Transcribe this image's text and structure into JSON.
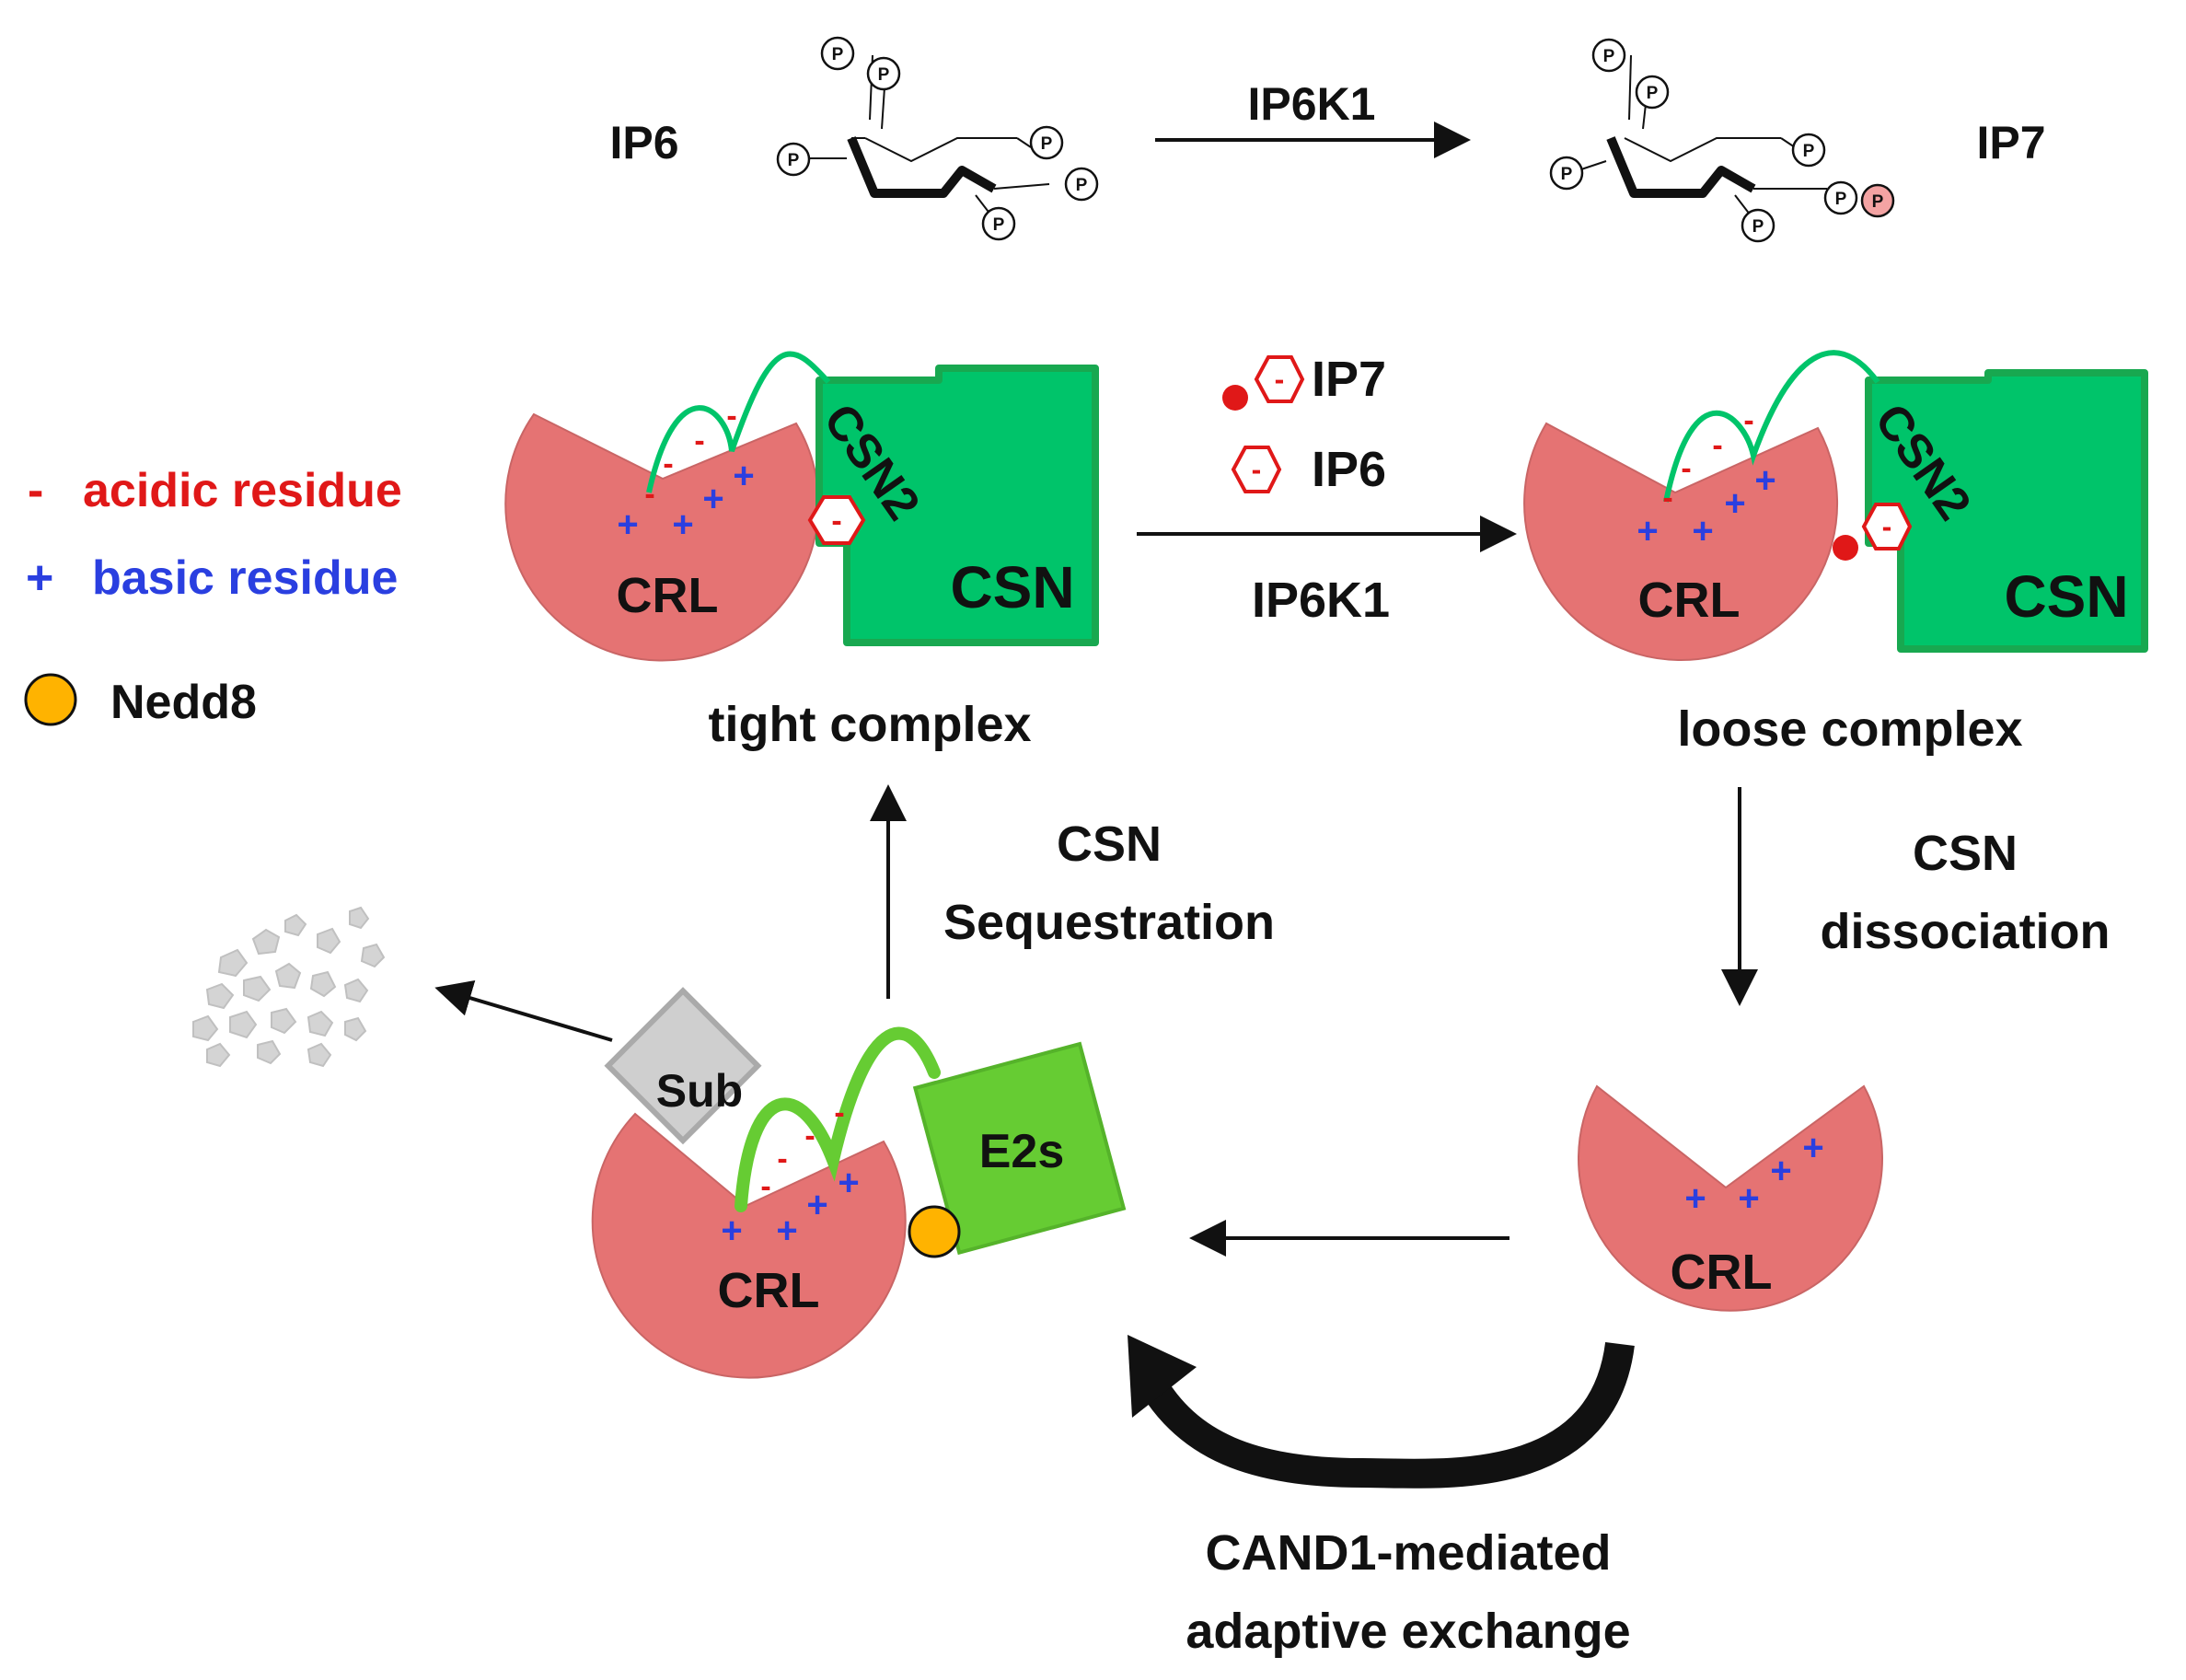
{
  "reaction": {
    "left_label": "IP6",
    "enzyme": "IP6K1",
    "right_label": "IP7",
    "phosphate": "P"
  },
  "legend": {
    "acidic_symbol": "-",
    "acidic_text": "acidic residue",
    "basic_symbol": "+",
    "basic_text": "basic residue",
    "nedd8_text": "Nedd8"
  },
  "complexes": {
    "crl": "CRL",
    "csn": "CSN",
    "csn2": "CSN2",
    "tight": "tight complex",
    "loose": "loose complex",
    "sub": "Sub",
    "e2s": "E2s",
    "minus": "-",
    "plus": "+"
  },
  "mid_arrow": {
    "ip7": "IP7",
    "ip6": "IP6",
    "enzyme": "IP6K1"
  },
  "steps": {
    "sequestration_1": "CSN",
    "sequestration_2": "Sequestration",
    "dissociation_1": "CSN",
    "dissociation_2": "dissociation",
    "exchange_1": "CAND1-mediated",
    "exchange_2": "adaptive exchange"
  },
  "colors": {
    "crl": "#e57373",
    "csn": "#00c46a",
    "csn_border": "#18a850",
    "e2s": "#66cc33",
    "sub": "#cfcfcf",
    "nedd8": "#ffb300",
    "acidic": "#e01818",
    "basic": "#2a3fe0",
    "ip7_phosphate": "#f3a3a3"
  }
}
